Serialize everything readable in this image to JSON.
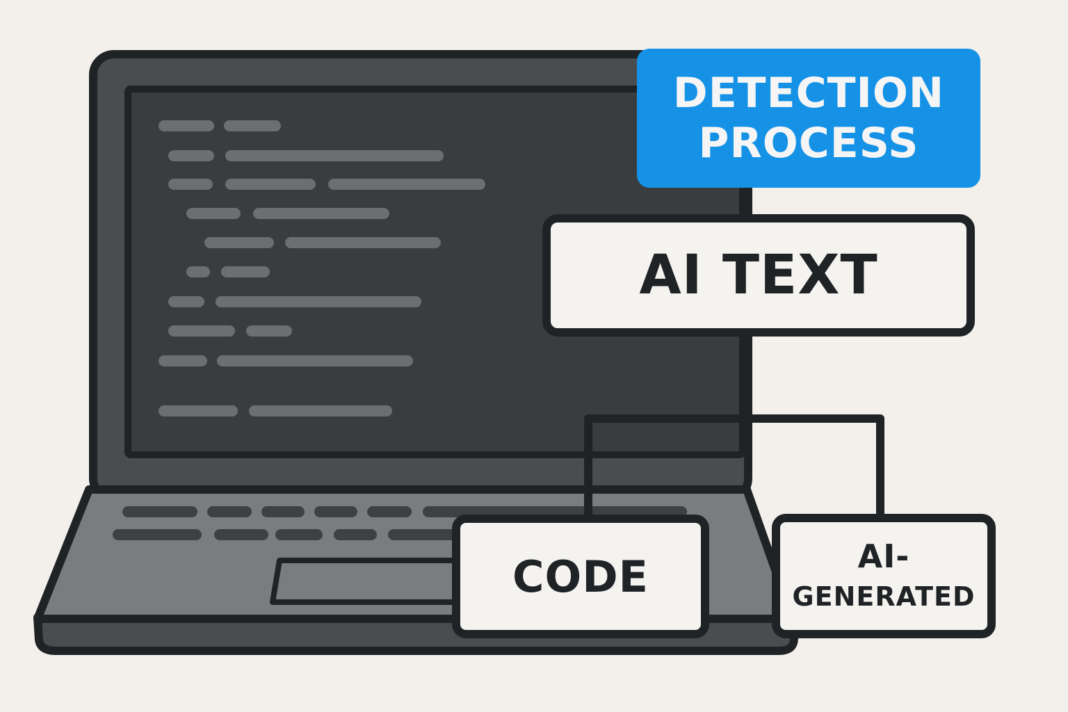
{
  "banner": {
    "line1": "DETECTION",
    "line2": "PROCESS",
    "color": "#1592e6"
  },
  "nodes": {
    "ai_text": "AI TEXT",
    "code": "CODE",
    "ai_generated_line1": "AI-",
    "ai_generated_line2": "GENERATED"
  },
  "colors": {
    "background": "#f3f0eb",
    "outline": "#1f2326",
    "laptop_body": "#4a4d50",
    "screen": "#3a3d40",
    "code_lines": "#6c6f72",
    "keyboard_deck": "#7a7c7e",
    "box_fill": "#f5f3ef"
  },
  "icons": {
    "laptop": "laptop-icon",
    "code_editor": "code-lines"
  }
}
